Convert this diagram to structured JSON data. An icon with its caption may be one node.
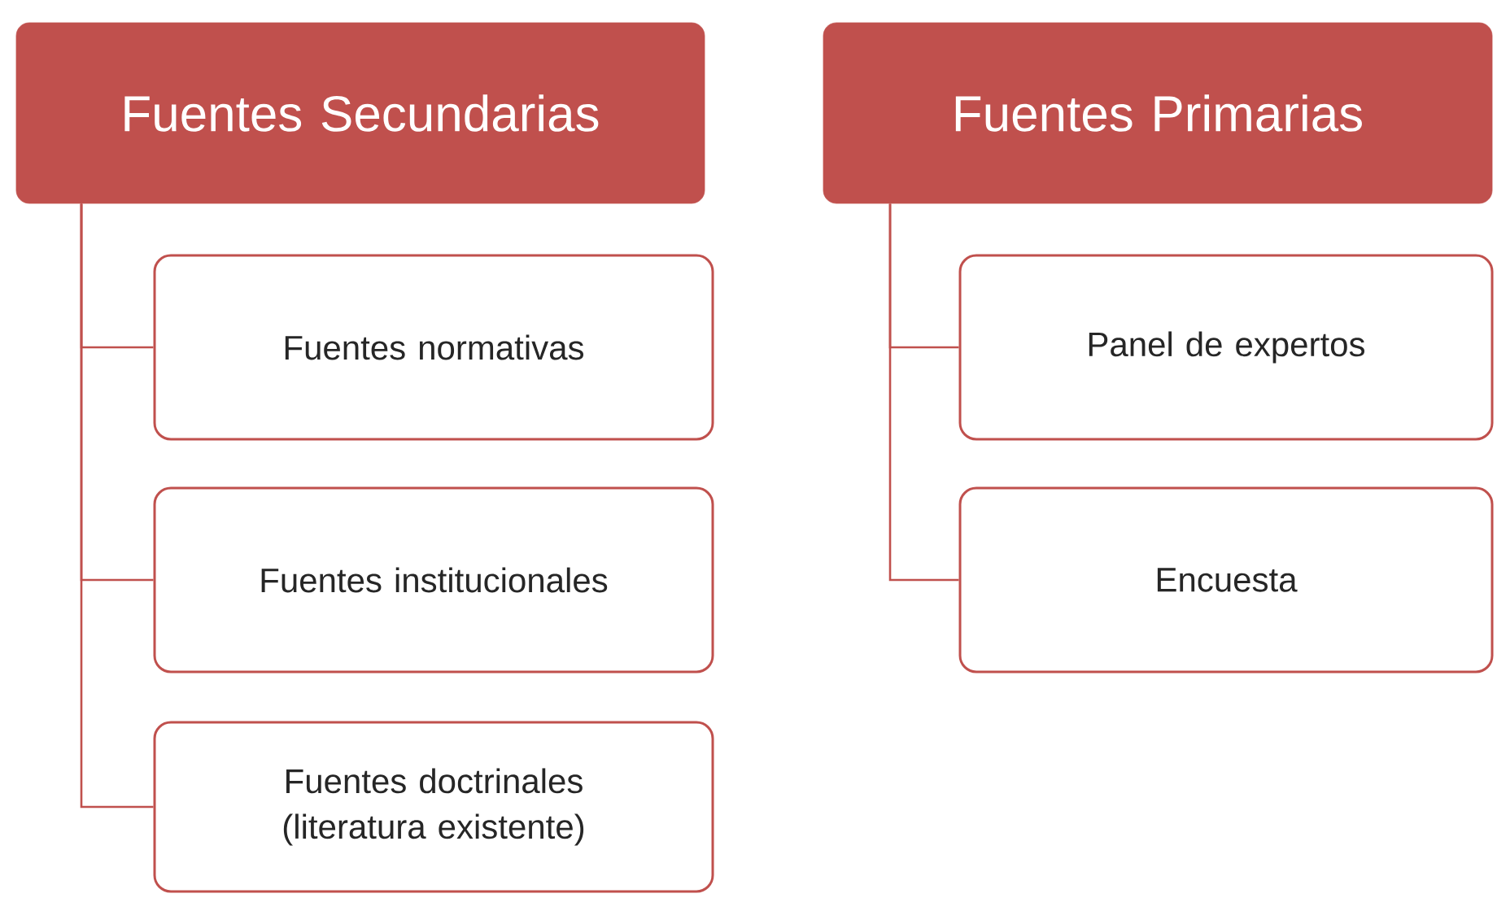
{
  "diagram": {
    "nodes": [
      {
        "text": [
          "Fuentes Secundarias"
        ]
      },
      {
        "text": [
          "Fuentes normativas"
        ]
      },
      {
        "text": [
          "Fuentes institucionales"
        ]
      },
      {
        "text": [
          "Fuentes doctrinales (literatura existente)"
        ]
      },
      {
        "text": [
          "Fuentes Primarias"
        ]
      },
      {
        "text": [
          "Panel de expertos"
        ]
      },
      {
        "text": [
          "Encuesta"
        ]
      }
    ],
    "edges": [
      {
        "from": 0,
        "to": 1,
        "arrow": "none"
      },
      {
        "from": 0,
        "to": 2,
        "arrow": "none"
      },
      {
        "from": 0,
        "to": 3,
        "arrow": "none"
      },
      {
        "from": 4,
        "to": 5,
        "arrow": "none"
      },
      {
        "from": 4,
        "to": 6,
        "arrow": "none"
      }
    ]
  }
}
